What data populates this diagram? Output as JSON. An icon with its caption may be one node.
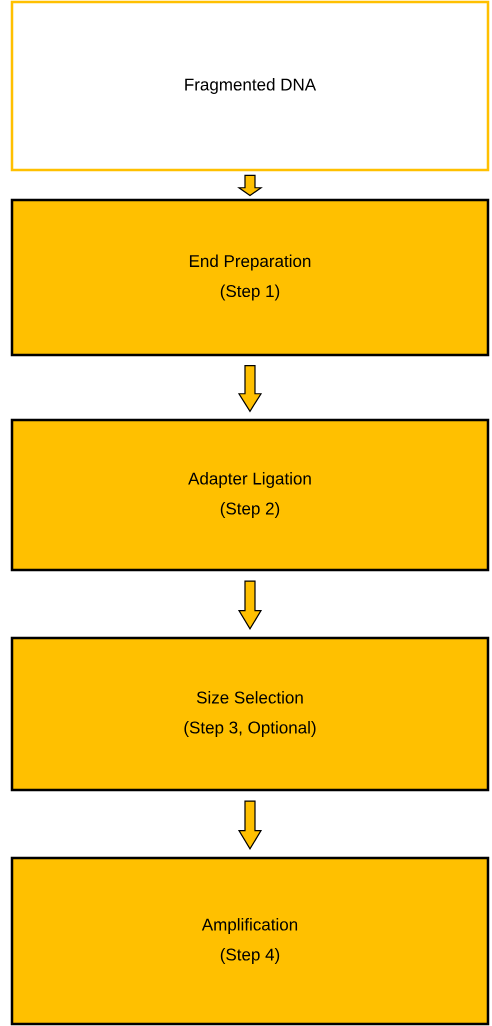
{
  "diagram": {
    "nodes": [
      {
        "text": [
          "Fragmented DNA"
        ]
      },
      {
        "text": [
          "End Preparation",
          "(Step 1)"
        ]
      },
      {
        "text": [
          "Adapter Ligation",
          "(Step 2)"
        ]
      },
      {
        "text": [
          "Size Selection",
          "(Step 3, Optional)"
        ]
      },
      {
        "text": [
          "Amplification",
          "(Step 4)"
        ]
      }
    ],
    "edges": [
      {
        "from": 0,
        "to": 1,
        "arrow": "to"
      },
      {
        "from": 1,
        "to": 2,
        "arrow": "to"
      },
      {
        "from": 2,
        "to": 3,
        "arrow": "to"
      },
      {
        "from": 3,
        "to": 4,
        "arrow": "to"
      }
    ]
  }
}
